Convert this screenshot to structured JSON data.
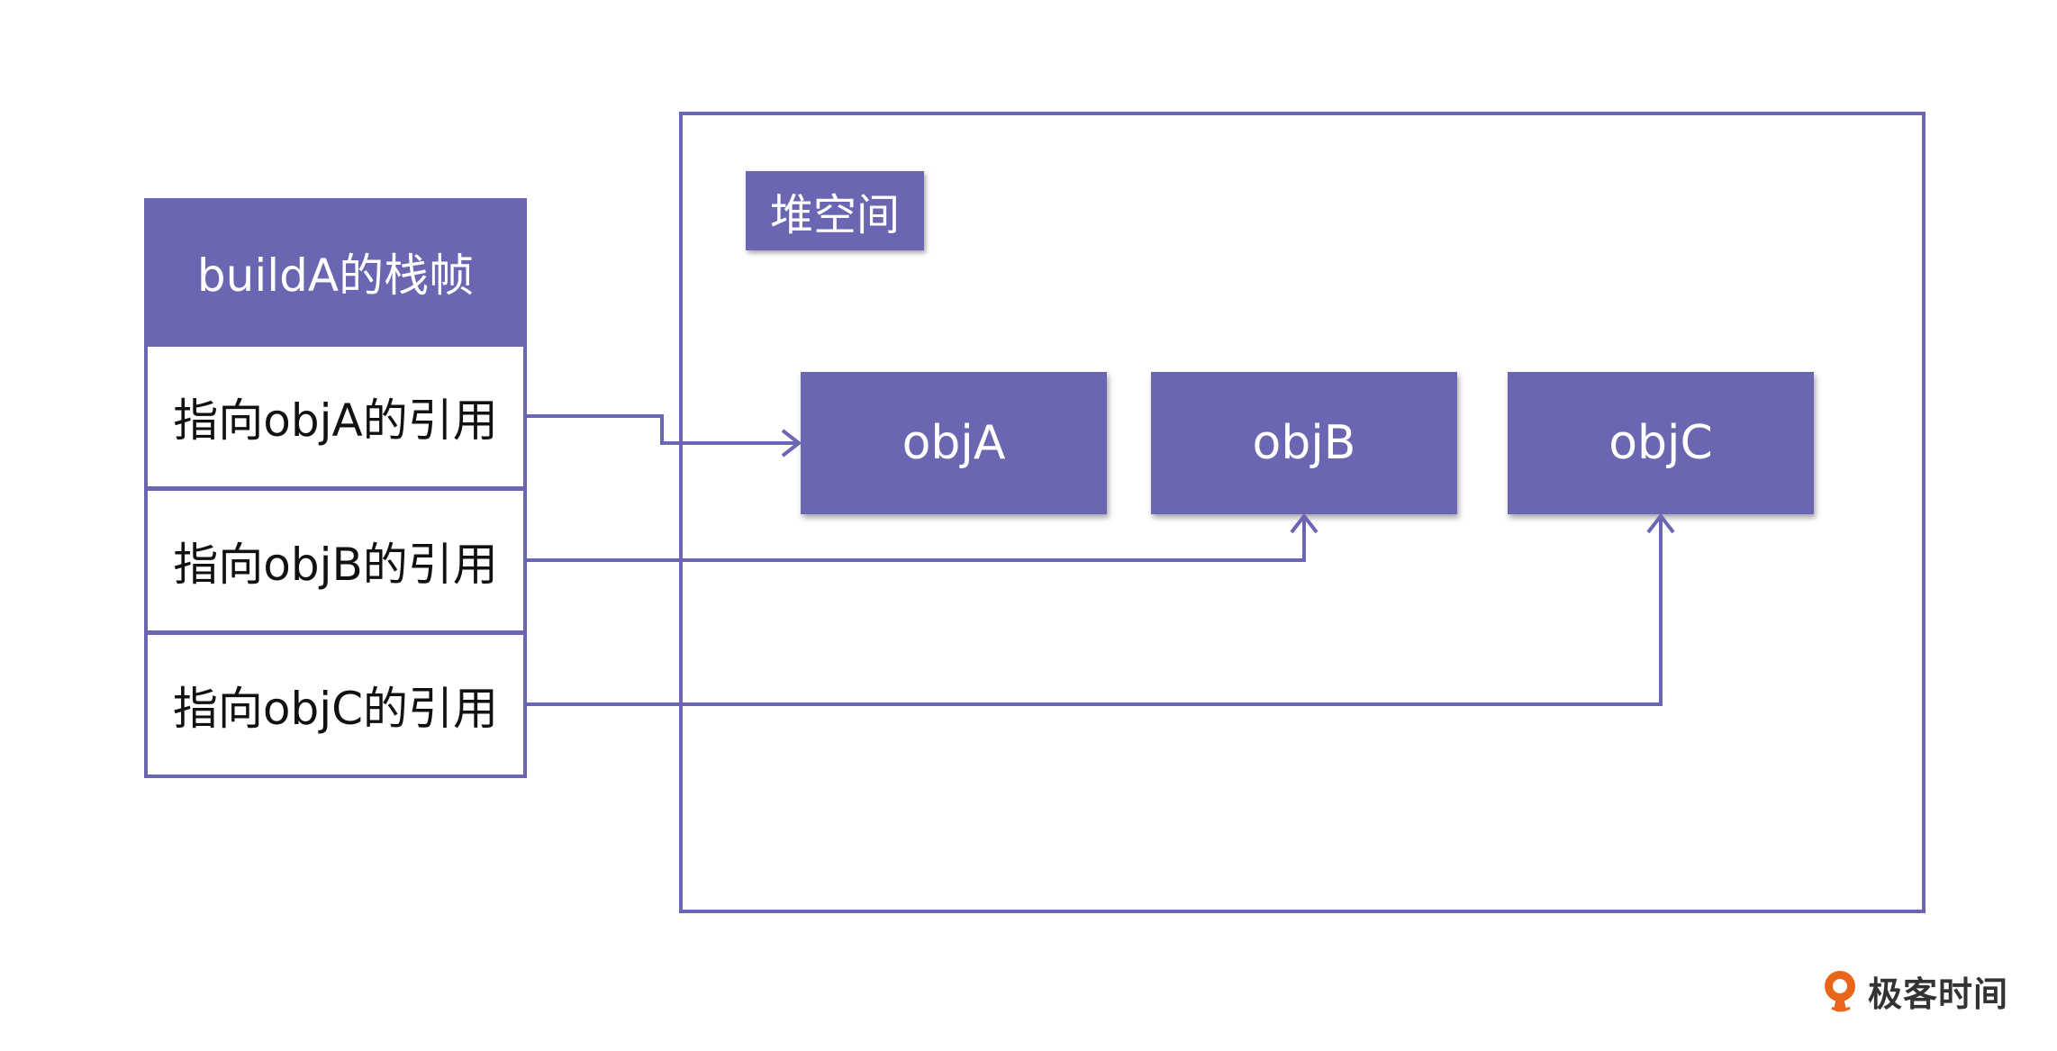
{
  "heap": {
    "label": "堆空间",
    "objects": [
      {
        "label": "objA"
      },
      {
        "label": "objB"
      },
      {
        "label": "objC"
      }
    ]
  },
  "stack_frame": {
    "title": "buildA的栈帧",
    "rows": [
      {
        "label": "指向objA的引用",
        "target": "objA"
      },
      {
        "label": "指向objB的引用",
        "target": "objB"
      },
      {
        "label": "指向objC的引用",
        "target": "objC"
      }
    ]
  },
  "logo": {
    "text": "极客时间"
  },
  "colors": {
    "accent": "#6a66b2",
    "logo_orange": "#e8651a"
  }
}
